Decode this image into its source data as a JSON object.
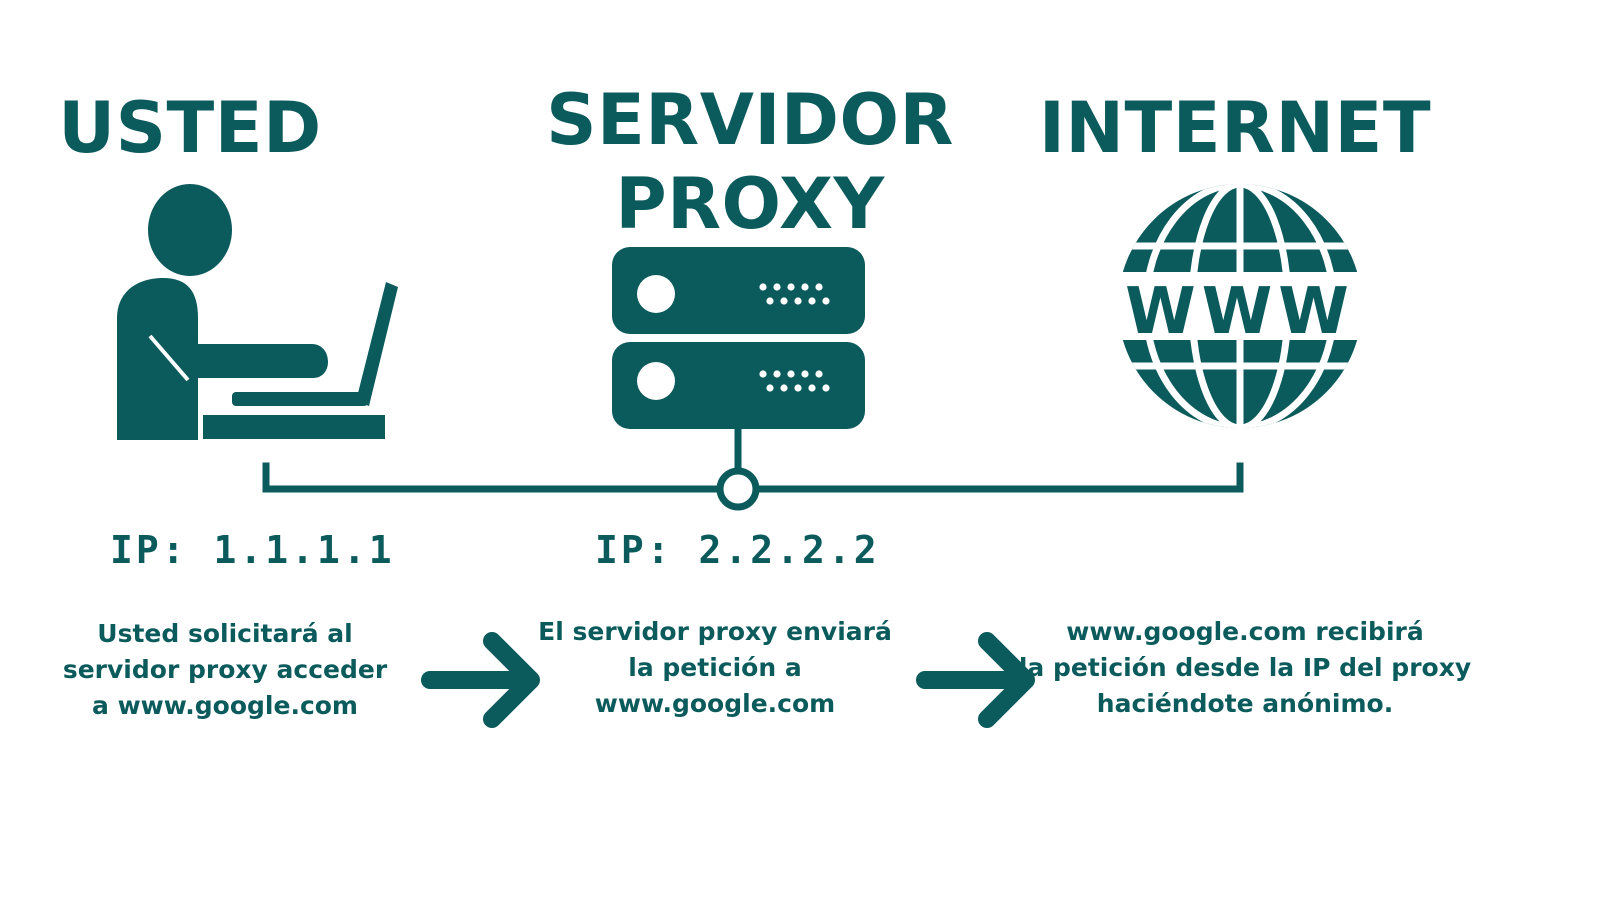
{
  "colors": {
    "accent": "#0b5a5c",
    "background": "#ffffff"
  },
  "titles": {
    "usted": "USTED",
    "proxy_line1": "SERVIDOR",
    "proxy_line2": "PROXY",
    "internet": "INTERNET"
  },
  "icons": {
    "usted": "person-with-laptop-icon",
    "proxy": "server-rack-icon",
    "internet": "www-globe-icon",
    "arrow": "arrow-right-icon"
  },
  "globe_text": "WWW",
  "ip": {
    "usted": "IP: 1.1.1.1",
    "proxy": "IP: 2.2.2.2"
  },
  "descriptions": {
    "usted": [
      "Usted solicitará al",
      "servidor proxy acceder",
      "a www.google.com"
    ],
    "proxy": [
      "El servidor proxy enviará",
      "la petición a",
      "www.google.com"
    ],
    "internet": [
      "www.google.com recibirá",
      "la petición desde la IP del proxy",
      "haciéndote anónimo."
    ]
  }
}
